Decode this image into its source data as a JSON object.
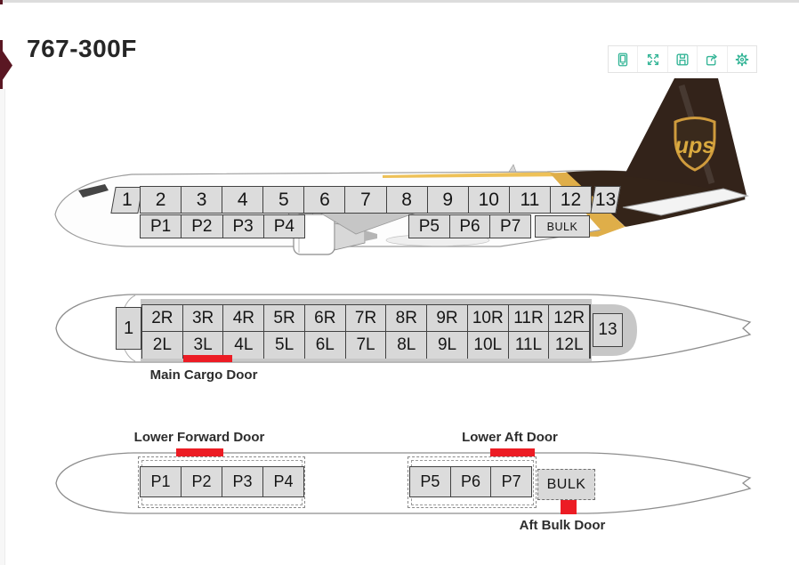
{
  "title": "767-300F",
  "colors": {
    "accent_maroon": "#5a1723",
    "toolbar_teal": "#35b597",
    "door_red": "#ec1c24",
    "box_fill": "#dcdcdc",
    "box_border": "#414141",
    "tail_brown": "#33231a",
    "livery_gold": "#dfae49"
  },
  "toolbar": {
    "icons": [
      "device-preview",
      "fullscreen",
      "save",
      "export",
      "settings"
    ]
  },
  "logo": {
    "text": "ups"
  },
  "side_view": {
    "main_deck": [
      "1",
      "2",
      "3",
      "4",
      "5",
      "6",
      "7",
      "8",
      "9",
      "10",
      "11",
      "12",
      "13"
    ],
    "lower_forward": [
      "P1",
      "P2",
      "P3",
      "P4"
    ],
    "lower_aft": [
      "P5",
      "P6",
      "P7"
    ],
    "bulk": "BULK"
  },
  "main_deck_view": {
    "front": "1",
    "right_row": [
      "2R",
      "3R",
      "4R",
      "5R",
      "6R",
      "7R",
      "8R",
      "9R",
      "10R",
      "11R",
      "12R"
    ],
    "left_row": [
      "2L",
      "3L",
      "4L",
      "5L",
      "6L",
      "7L",
      "8L",
      "9L",
      "10L",
      "11L",
      "12L"
    ],
    "aft": "13",
    "door": "Main Cargo Door"
  },
  "lower_deck_view": {
    "forward": [
      "P1",
      "P2",
      "P3",
      "P4"
    ],
    "aft": [
      "P5",
      "P6",
      "P7"
    ],
    "bulk": "BULK",
    "forward_door": "Lower Forward Door",
    "aft_door": "Lower Aft Door",
    "bulk_door": "Aft Bulk Door"
  }
}
